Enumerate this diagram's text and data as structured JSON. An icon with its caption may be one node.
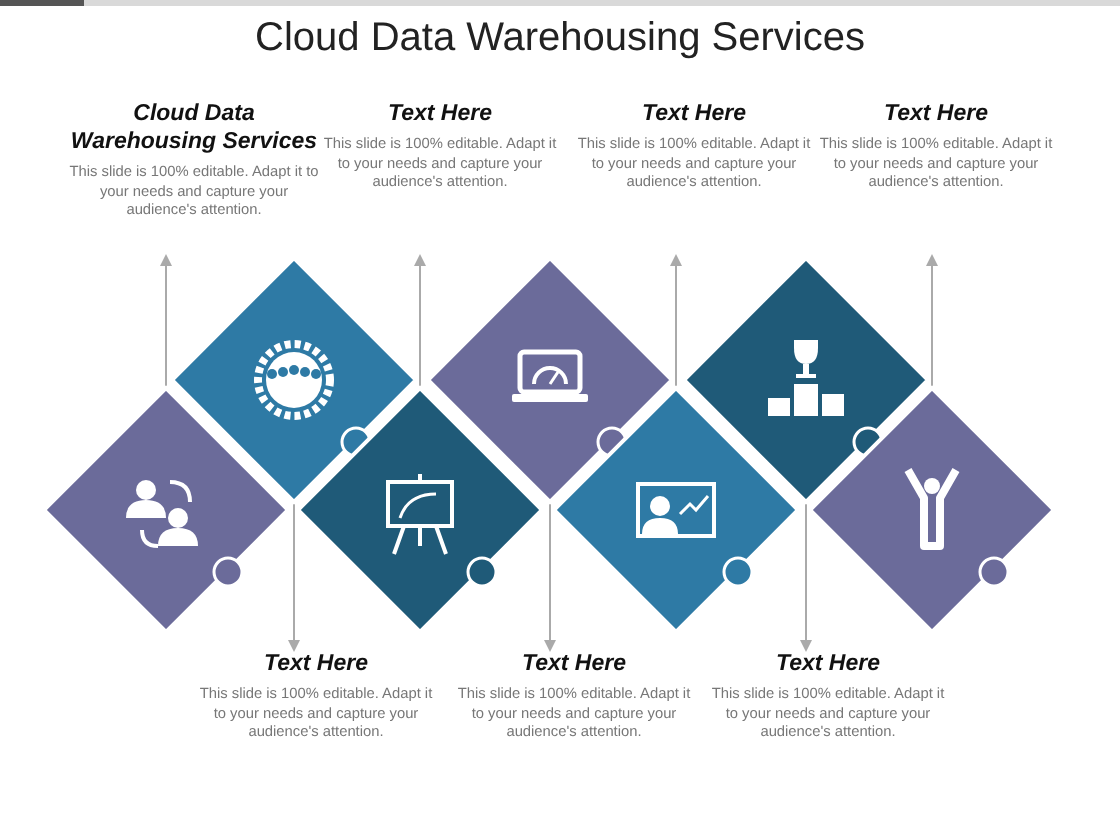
{
  "diagram": {
    "title": "Cloud Data Warehousing Services",
    "nodes": [
      {
        "text": [
          "Cloud Data Warehousing Services",
          "This slide is 100% editable. Adapt it to your needs and capture your audience's attention."
        ]
      },
      {
        "text": [
          "Text Here",
          "This slide is 100% editable. Adapt it to your needs and capture your audience's attention."
        ]
      },
      {
        "text": [
          "Text Here",
          "This slide is 100% editable. Adapt it to your needs and capture your audience's attention."
        ]
      },
      {
        "text": [
          "Text Here",
          "This slide is 100% editable. Adapt it to your needs and capture your audience's attention."
        ]
      },
      {
        "text": [],
        "shape": "diamond"
      },
      {
        "text": [],
        "shape": "diamond"
      },
      {
        "text": [],
        "shape": "diamond"
      },
      {
        "text": [],
        "shape": "diamond"
      },
      {
        "text": [],
        "shape": "diamond"
      },
      {
        "text": [],
        "shape": "diamond"
      },
      {
        "text": [],
        "shape": "diamond"
      },
      {
        "text": [
          "Text Here",
          "This slide is 100% editable. Adapt it to your needs and capture your audience's attention."
        ]
      },
      {
        "text": [
          "Text Here",
          "This slide is 100% editable. Adapt it to your needs and capture your audience's attention."
        ]
      },
      {
        "text": [
          "Text Here",
          "This slide is 100% editable. Adapt it to your needs and capture your audience's attention."
        ]
      }
    ],
    "edges": [
      {
        "from": 4,
        "to": 0,
        "arrow": "to"
      },
      {
        "from": 6,
        "to": 1,
        "arrow": "to"
      },
      {
        "from": 8,
        "to": 2,
        "arrow": "to"
      },
      {
        "from": 10,
        "to": 3,
        "arrow": "to"
      },
      {
        "from": 5,
        "to": 11,
        "arrow": "to"
      },
      {
        "from": 7,
        "to": 12,
        "arrow": "to"
      },
      {
        "from": 9,
        "to": 13,
        "arrow": "to"
      }
    ]
  }
}
